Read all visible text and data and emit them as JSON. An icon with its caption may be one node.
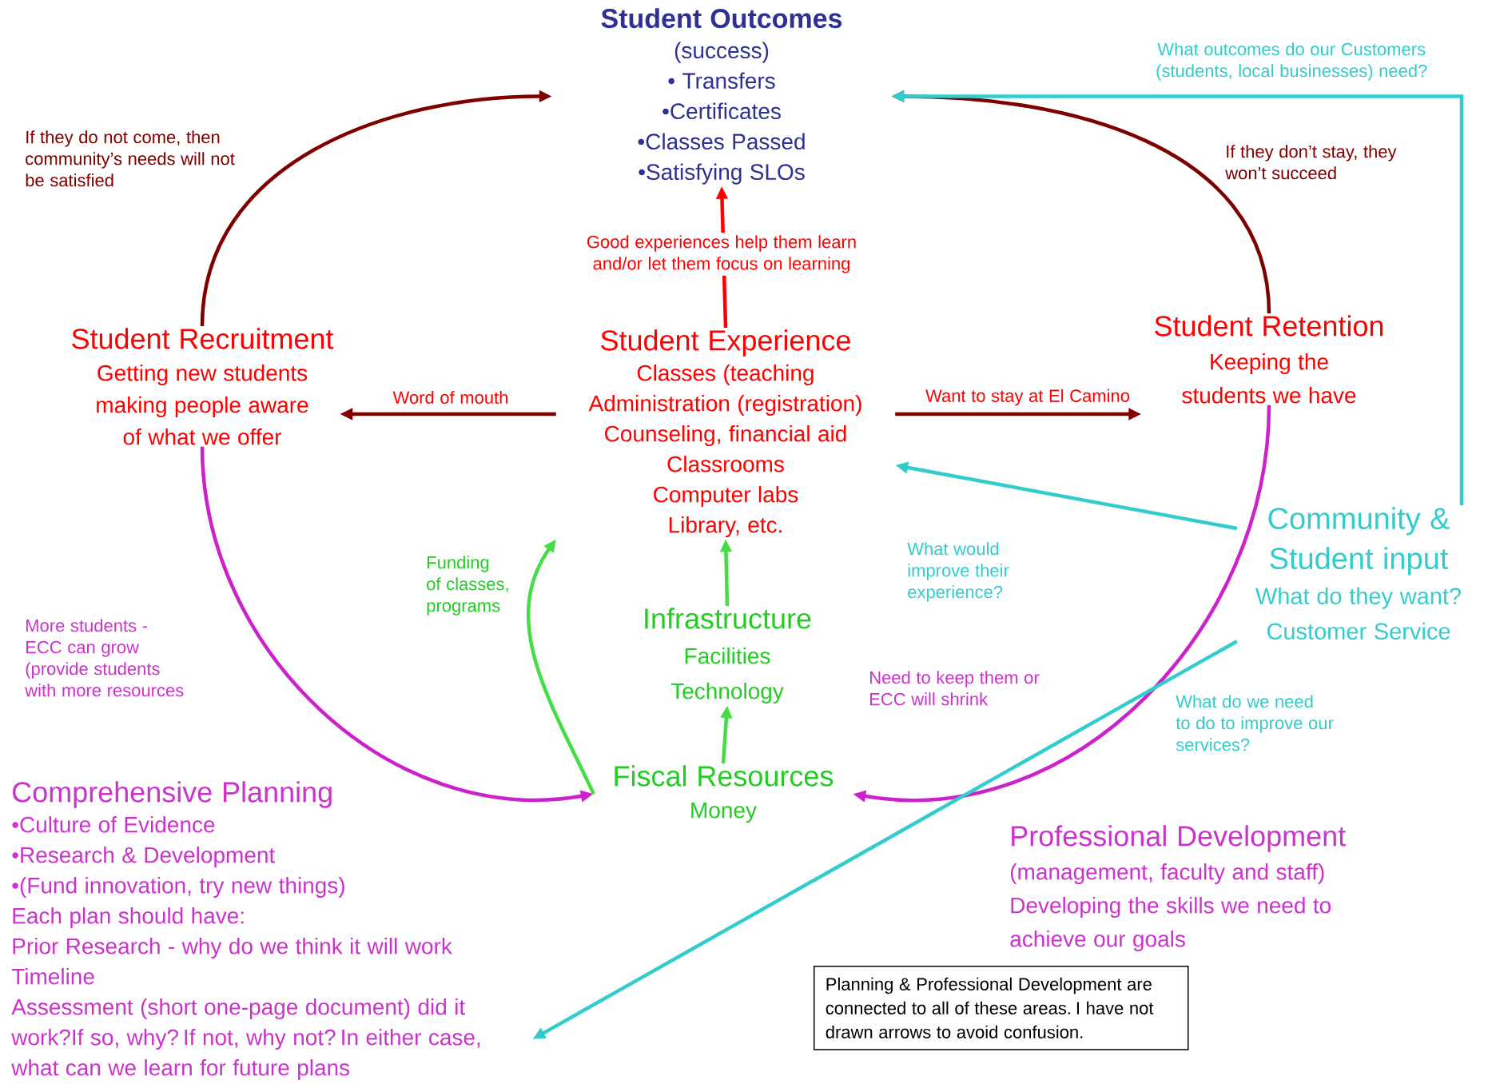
{
  "diagram": {
    "nodes": [
      {
        "text": [
          "Student Outcomes",
          "(success)",
          "• Transfers",
          "•Certificates",
          "•Classes Passed",
          "•Satisfying SLOs"
        ]
      },
      {
        "text": [
          "Student Experience",
          "Classes (teaching",
          "Administration (registration)",
          "Counseling, financial aid",
          "Classrooms",
          "Computer labs",
          "Library, etc."
        ]
      },
      {
        "text": [
          "Student Recruitment",
          "Getting new students making people aware of what we offer"
        ]
      },
      {
        "text": [
          "Student Retention",
          "Keeping the students we have"
        ]
      },
      {
        "text": [
          "Infrastructure",
          "Facilities",
          "Technology"
        ]
      },
      {
        "text": [
          "Fiscal Resources",
          "Money"
        ]
      },
      {
        "text": [
          "Community & Student input",
          "What do they want?",
          "Customer Service"
        ]
      },
      {
        "text": [
          "Comprehensive Planning",
          "•Culture of Evidence",
          "•Research & Development",
          "•(Fund innovation, try new things)",
          "Each plan should have:",
          "Prior Research - why do we think it will work",
          "Timeline",
          "Assessment (short one-page document) did it work?If so, why?  If not, why not? In either case, what can we learn for future plans"
        ]
      },
      {
        "text": [
          "Professional Development",
          "(management, faculty and staff)",
          "Developing the skills we need to achieve our goals"
        ]
      },
      {
        "text": [
          "Planning & Professional Development are connected to all of these areas.  I have not drawn arrows to avoid confusion."
        ]
      }
    ],
    "edges": [
      {
        "from": 2,
        "to": 0,
        "arrow": "to",
        "label": "If they do not come, then community’s needs will not be satisfied"
      },
      {
        "from": 3,
        "to": 0,
        "arrow": "to",
        "label": "If they don’t stay, they won’t succeed"
      },
      {
        "from": 1,
        "to": 0,
        "arrow": "to",
        "label": "Good experiences help them learn and/or let them focus on learning",
        "color": "#ff0000"
      },
      {
        "from": 1,
        "to": 2,
        "arrow": "to",
        "label": "Word of mouth"
      },
      {
        "from": 1,
        "to": 3,
        "arrow": "to",
        "label": "Want to stay at El Camino"
      },
      {
        "from": 2,
        "to": 5,
        "arrow": "to",
        "label": "More students - ECC can grow (provide students with more  resources",
        "color": "#cc22cc"
      },
      {
        "from": 3,
        "to": 5,
        "arrow": "to",
        "label": "Need to keep them or ECC will shrink",
        "color": "#cc22cc"
      },
      {
        "from": 5,
        "to": 1,
        "arrow": "to",
        "label": "Funding of classes, programs",
        "color": "#44dd44"
      },
      {
        "from": 4,
        "to": 1,
        "arrow": "to",
        "color": "#44dd44"
      },
      {
        "from": 5,
        "to": 4,
        "arrow": "to",
        "color": "#44dd44"
      },
      {
        "from": 6,
        "to": 1,
        "arrow": "to",
        "label": "What would improve their experience?",
        "color": "#33cccc"
      },
      {
        "from": 6,
        "to": 0,
        "arrow": "to",
        "label": "What outcomes do our Customers (students, local businesses) need?",
        "color": "#33cccc"
      },
      {
        "from": 6,
        "to": 7,
        "arrow": "to",
        "label": "What do we need to do to improve our services?",
        "color": "#33cccc"
      }
    ]
  }
}
